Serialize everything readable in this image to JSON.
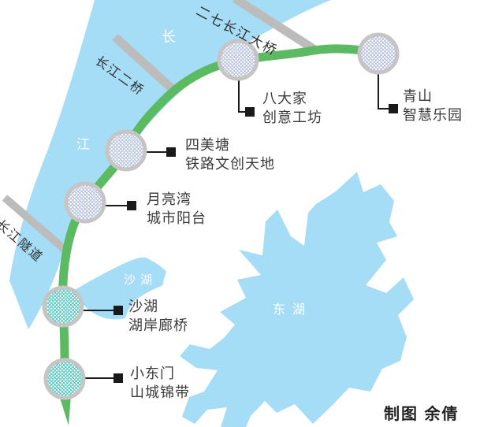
{
  "map": {
    "colors": {
      "water": "#A5DDF6",
      "route": "#5CBA63",
      "bridge": "#BCBCBC",
      "node_border": "#C5C5C5",
      "hatch_blue": "#AEB9D8",
      "hatch_teal": "#4FC5BD",
      "connector": "#1A1A1A",
      "label_text": "#3A3A3A",
      "water_text": "#FFFFFF",
      "credit_text": "#222222"
    },
    "river": {
      "char1": "长",
      "char2": "江"
    },
    "bridges": [
      {
        "name": "二七长江大桥"
      },
      {
        "name": "长江二桥"
      },
      {
        "name": "长江隧道"
      }
    ],
    "lakes": [
      {
        "name": "沙湖"
      },
      {
        "name": "东湖"
      }
    ],
    "stations": [
      {
        "line1": "青山",
        "line2": "智慧乐园"
      },
      {
        "line1": "八大家",
        "line2": "创意工坊"
      },
      {
        "line1": "四美塘",
        "line2": "铁路文创天地"
      },
      {
        "line1": "月亮湾",
        "line2": "城市阳台"
      },
      {
        "line1": "沙湖",
        "line2": "湖岸廊桥"
      },
      {
        "line1": "小东门",
        "line2": "山城锦带"
      }
    ],
    "credit": "制图 余倩"
  }
}
